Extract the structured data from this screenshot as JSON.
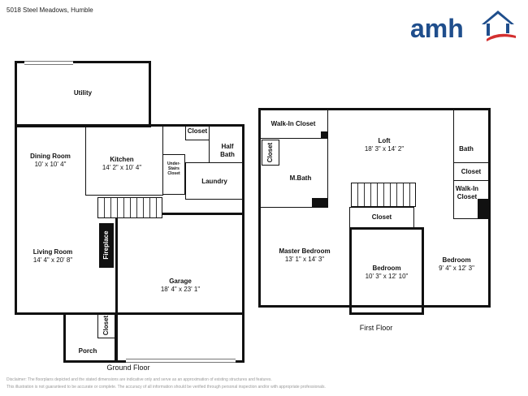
{
  "header": {
    "address": "5018 Steel Meadows, Humble"
  },
  "logo": {
    "text": "amh",
    "colors": {
      "text": "#1f4e8c",
      "swoosh": "#d32f2f"
    }
  },
  "ground_floor": {
    "title": "Ground Floor",
    "rooms": [
      {
        "name": "Utility",
        "dims": ""
      },
      {
        "name": "Dining Room",
        "dims": "10' x 10' 4\""
      },
      {
        "name": "Kitchen",
        "dims": "14' 2\" x 10' 4\""
      },
      {
        "name": "Closet",
        "dims": ""
      },
      {
        "name": "Half Bath",
        "dims": ""
      },
      {
        "name": "Under-Stairs Closet",
        "dims": ""
      },
      {
        "name": "Laundry",
        "dims": ""
      },
      {
        "name": "Fireplace",
        "dims": ""
      },
      {
        "name": "Living Room",
        "dims": "14' 4\" x 20' 8\""
      },
      {
        "name": "Garage",
        "dims": "18' 4\" x 23' 1\""
      },
      {
        "name": "Closet",
        "dims": ""
      },
      {
        "name": "Porch",
        "dims": ""
      }
    ]
  },
  "first_floor": {
    "title": "First Floor",
    "rooms": [
      {
        "name": "Walk-In Closet",
        "dims": ""
      },
      {
        "name": "Loft",
        "dims": "18' 3\" x 14' 2\""
      },
      {
        "name": "Closet",
        "dims": ""
      },
      {
        "name": "M.Bath",
        "dims": ""
      },
      {
        "name": "Bath",
        "dims": ""
      },
      {
        "name": "Closet",
        "dims": ""
      },
      {
        "name": "Walk-In Closet",
        "dims": ""
      },
      {
        "name": "Closet",
        "dims": ""
      },
      {
        "name": "Master Bedroom",
        "dims": "13' 1\" x 14' 3\""
      },
      {
        "name": "Bedroom",
        "dims": "10' 3\" x 12' 10\""
      },
      {
        "name": "Bedroom",
        "dims": "9' 4\" x 12' 3\""
      }
    ]
  },
  "disclaimer": {
    "line1": "Disclaimer: The floorplans depicted and the stated dimensions are indicative only and serve as an approximation of existing structures and features.",
    "line2": "This illustration is not guaranteed to be accurate or complete. The accuracy of all information should be verified through personal inspection and/or with appropriate professionals."
  }
}
